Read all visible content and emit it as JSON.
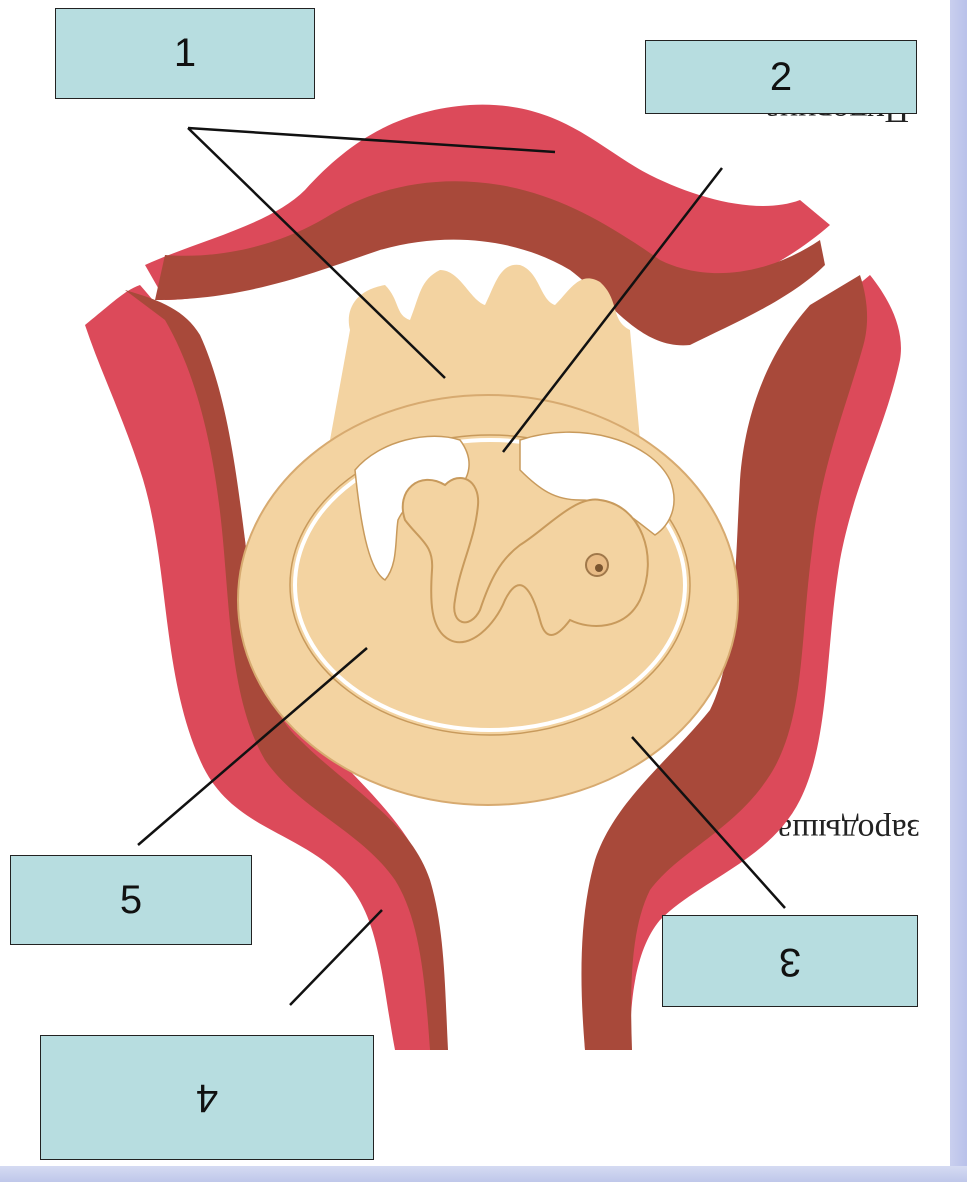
{
  "labels": {
    "l1": "1",
    "l2": "2",
    "l3": "3",
    "l4": "4",
    "l5": "5"
  },
  "background_text": {
    "top_right": "Пуповина",
    "bottom_right": "зародыша"
  },
  "colors": {
    "uterus_outer": "#dc4a5a",
    "uterus_inner": "#a8493a",
    "tissue": "#f3d3a1",
    "label_fill": "#b7dde0"
  }
}
